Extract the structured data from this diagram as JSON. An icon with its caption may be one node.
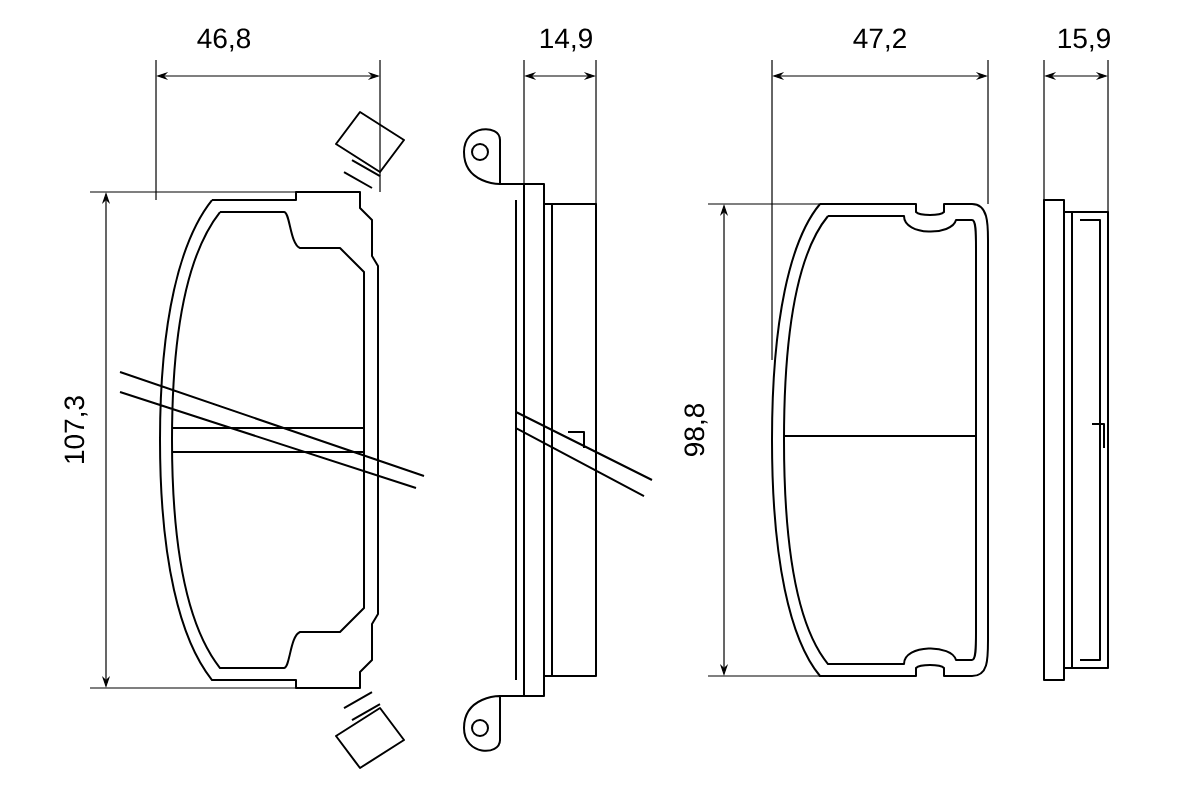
{
  "diagram": {
    "labels": [
      "46,8",
      "14,9",
      "47,2",
      "15,9",
      "107,3",
      "98,8"
    ]
  }
}
